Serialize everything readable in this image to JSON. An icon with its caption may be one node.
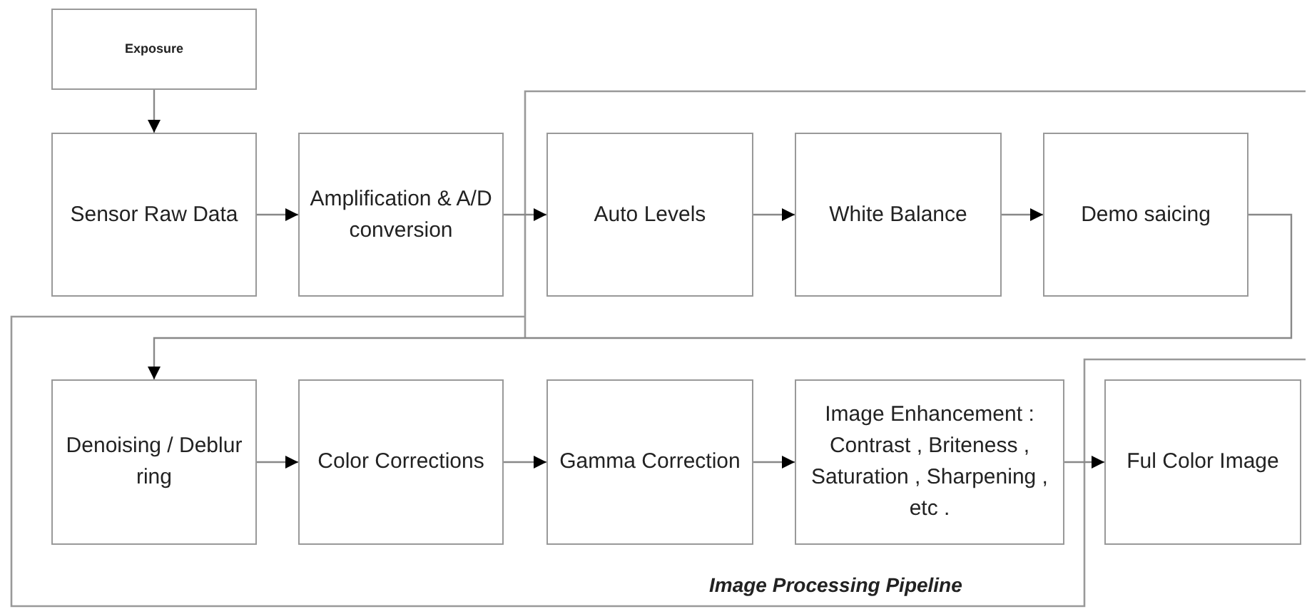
{
  "diagram": {
    "nodes": [
      {
        "text": [
          "Exposure"
        ]
      },
      {
        "text": [
          "Sensor Raw Data"
        ]
      },
      {
        "text": [
          "Amplification & A/D conversion"
        ]
      },
      {
        "text": [
          "Auto Levels"
        ]
      },
      {
        "text": [
          "White Balance"
        ]
      },
      {
        "text": [
          "Demo saicing"
        ]
      },
      {
        "text": [
          "Denoising / Deblur ring"
        ]
      },
      {
        "text": [
          "Color Corrections"
        ]
      },
      {
        "text": [
          "Gamma Correction"
        ]
      },
      {
        "text": [
          "Image Enhancement : Contrast , Briteness , Saturation , Sharpening , etc ."
        ]
      },
      {
        "text": [
          "Ful Color Image"
        ]
      }
    ],
    "edges": [
      {
        "from": 0,
        "to": 1,
        "arrow": "to"
      },
      {
        "from": 1,
        "to": 2,
        "arrow": "to"
      },
      {
        "from": 2,
        "to": 3,
        "arrow": "to"
      },
      {
        "from": 3,
        "to": 4,
        "arrow": "to"
      },
      {
        "from": 4,
        "to": 5,
        "arrow": "to"
      },
      {
        "from": 5,
        "to": 6,
        "arrow": "to"
      },
      {
        "from": 6,
        "to": 7,
        "arrow": "to"
      },
      {
        "from": 7,
        "to": 8,
        "arrow": "to"
      },
      {
        "from": 8,
        "to": 9,
        "arrow": "to"
      },
      {
        "from": 9,
        "to": 10,
        "arrow": "to"
      }
    ],
    "labels": [
      "Image Processing Pipeline"
    ]
  }
}
